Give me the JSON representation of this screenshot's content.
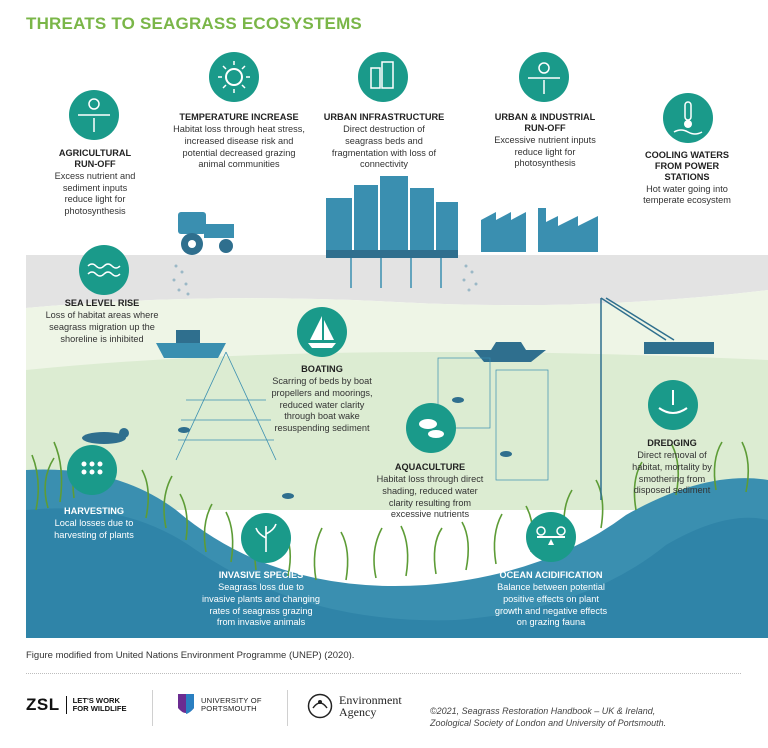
{
  "title": "THREATS TO SEAGRASS ECOSYSTEMS",
  "colors": {
    "title_green": "#7ab648",
    "icon_teal": "#1a9a8a",
    "water_blue": "#3a8fb0",
    "deep_blue": "#2a7fa3",
    "grass_green": "#6aa83e"
  },
  "threats": {
    "agricultural": {
      "title": "AGRICULTURAL RUN-OFF",
      "title_lines": [
        "AGRICULTURAL",
        "RUN-OFF"
      ],
      "body_lines": [
        "Excess nutrient and",
        "sediment inputs",
        "reduce light for",
        "photosynthesis"
      ],
      "icon": "field-sun-icon"
    },
    "temperature": {
      "title": "TEMPERATURE INCREASE",
      "title_lines": [
        "TEMPERATURE INCREASE"
      ],
      "body_lines": [
        "Habitat loss through heat stress,",
        "increased disease risk and",
        "potential decreased grazing",
        "animal communities"
      ],
      "icon": "sun-icon"
    },
    "urban_infra": {
      "title": "URBAN INFRASTRUCTURE",
      "title_lines": [
        "URBAN INFRASTRUCTURE"
      ],
      "body_lines": [
        "Direct destruction of",
        "seagrass beds and",
        "fragmentation with loss of",
        "connectivity"
      ],
      "icon": "buildings-icon"
    },
    "urban_industrial": {
      "title": "URBAN & INDUSTRIAL RUN-OFF",
      "title_lines": [
        "URBAN & INDUSTRIAL",
        "RUN-OFF"
      ],
      "body_lines": [
        "Excessive nutrient inputs",
        "reduce light for",
        "photosynthesis"
      ],
      "icon": "runoff-icon"
    },
    "cooling": {
      "title": "COOLING WATERS FROM POWER STATIONS",
      "title_lines": [
        "COOLING WATERS",
        "FROM POWER",
        "STATIONS"
      ],
      "body_lines": [
        "Hot water going into",
        "temperate ecosystem"
      ],
      "icon": "thermometer-icon"
    },
    "sea_level": {
      "title": "SEA LEVEL RISE",
      "title_lines": [
        "SEA LEVEL RISE"
      ],
      "body_lines": [
        "Loss of habitat areas where",
        "seagrass migration up the",
        "shoreline is inhibited"
      ],
      "icon": "waves-icon"
    },
    "boating": {
      "title": "BOATING",
      "title_lines": [
        "BOATING"
      ],
      "body_lines": [
        "Scarring of beds by boat",
        "propellers and moorings,",
        "reduced water clarity",
        "through boat wake",
        "resuspending sediment"
      ],
      "icon": "sailboat-icon"
    },
    "aquaculture": {
      "title": "AQUACULTURE",
      "title_lines": [
        "AQUACULTURE"
      ],
      "body_lines": [
        "Habitat loss through direct",
        "shading, reduced water",
        "clarity resulting from",
        "excessive nutrients"
      ],
      "icon": "fish-icon"
    },
    "dredging": {
      "title": "DREDGING",
      "title_lines": [
        "DREDGING"
      ],
      "body_lines": [
        "Direct removal of",
        "habitat, mortality by",
        "smothering from",
        "disposed sediment"
      ],
      "icon": "dredge-icon"
    },
    "harvesting": {
      "title": "HARVESTING",
      "title_lines": [
        "HARVESTING"
      ],
      "body_lines": [
        "Local losses due to",
        "harvesting of plants"
      ],
      "icon": "harvest-icon"
    },
    "invasive": {
      "title": "INVASIVE SPECIES",
      "title_lines": [
        "INVASIVE SPECIES"
      ],
      "body_lines": [
        "Seagrass loss due to",
        "invasive plants and changing",
        "rates of seagrass grazing",
        "from invasive animals"
      ],
      "icon": "invasive-plant-icon"
    },
    "acidification": {
      "title": "OCEAN ACIDIFICATION",
      "title_lines": [
        "OCEAN ACIDIFICATION"
      ],
      "body_lines": [
        "Balance between potential",
        "positive effects on plant",
        "growth and negative effects",
        "on grazing fauna"
      ],
      "icon": "balance-icon"
    }
  },
  "footnote": "Figure modified from United Nations Environment Programme (UNEP) (2020).",
  "logos": {
    "zsl": "ZSL",
    "zsl_tag_lines": [
      "LET'S WORK",
      "FOR WILDLIFE"
    ],
    "uop_lines": [
      "UNIVERSITY OF",
      "PORTSMOUTH"
    ],
    "ea_lines": [
      "Environment",
      "Agency"
    ]
  },
  "copyright_lines": [
    "©2021, Seagrass Restoration Handbook – UK & Ireland,",
    "Zoological Society of London and University of Portsmouth."
  ]
}
